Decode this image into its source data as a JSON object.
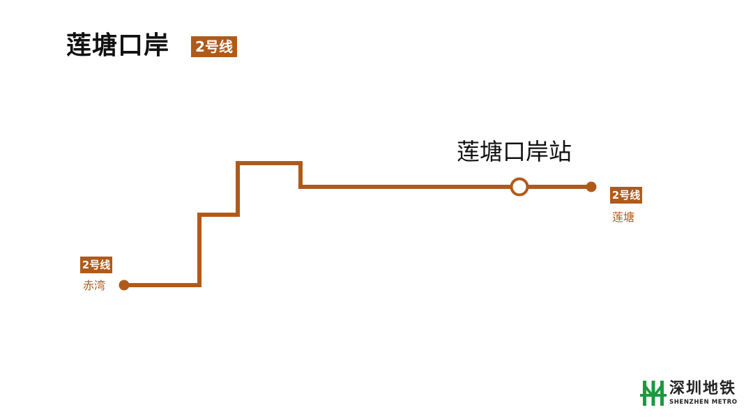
{
  "title": "莲塘口岸",
  "line_badge": "2号线",
  "station_name": "莲塘口岸站",
  "terminals": {
    "left": {
      "badge": "2号线",
      "name": "赤湾"
    },
    "right": {
      "badge": "2号线",
      "name": "莲塘"
    }
  },
  "logo": {
    "cn": "深圳地铁",
    "en": "SHENZHEN METRO"
  },
  "colors": {
    "line": "#b05a1a",
    "logo_green": "#1a9a3f"
  }
}
